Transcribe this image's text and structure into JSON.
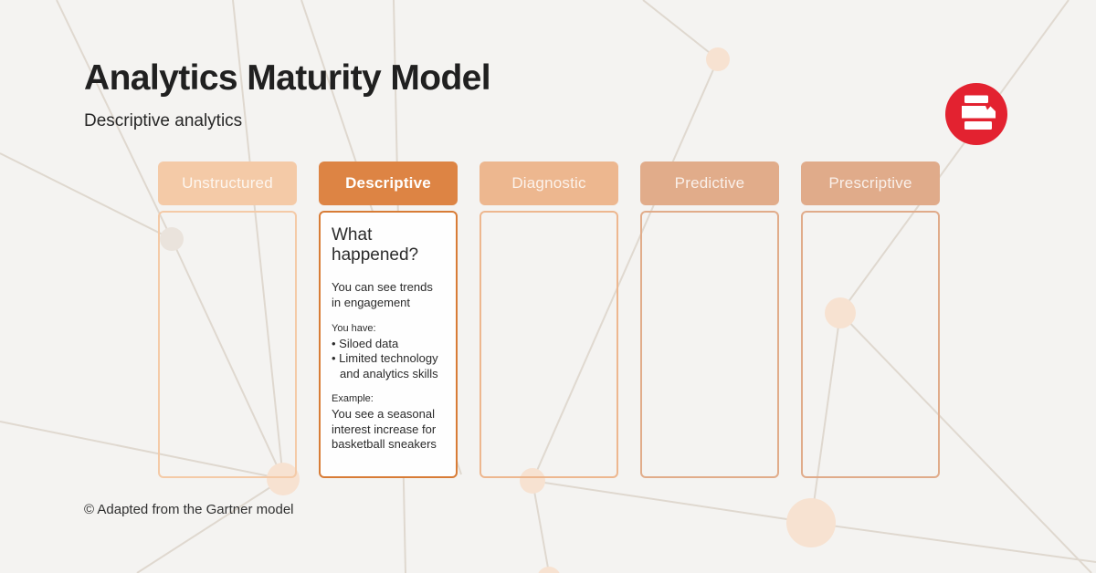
{
  "header": {
    "title": "Analytics Maturity Model",
    "subtitle": "Descriptive analytics"
  },
  "brand": {
    "logo_icon": "red-circle-flag-logo",
    "logo_color": "#e32230"
  },
  "columns": [
    {
      "label": "Unstructured",
      "state": "inactive"
    },
    {
      "label": "Descriptive",
      "state": "active",
      "card": {
        "heading": "What happened?",
        "point": "You can see trends in engagement",
        "have_label": "You have:",
        "bullets": [
          "Siloed data",
          "Limited technology and analytics skills"
        ],
        "example_label": "Example:",
        "example_text": "You see a seasonal interest increase for basketball sneakers"
      }
    },
    {
      "label": "Diagnostic",
      "state": "inactive"
    },
    {
      "label": "Predictive",
      "state": "inactive"
    },
    {
      "label": "Prescriptive",
      "state": "inactive"
    }
  ],
  "footer": {
    "attribution": "© Adapted from the Gartner model"
  },
  "colors": {
    "background": "#f4f3f1",
    "active_header": "#dd8444",
    "active_card_border": "#d87c36",
    "header_tints": [
      "#f4caa7",
      "#dd8444",
      "#edb78f",
      "#e1ac8a",
      "#e0ab8a"
    ],
    "decoration_line": "#dcd4ca",
    "decoration_node": "#f7e2d1",
    "logo_red": "#e32230"
  }
}
